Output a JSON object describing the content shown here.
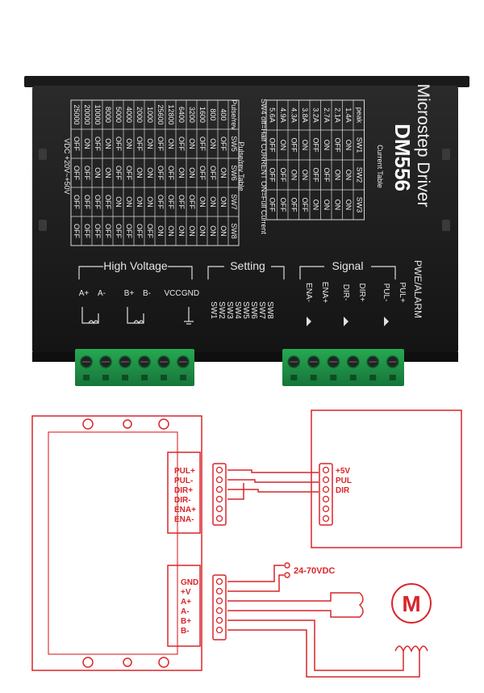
{
  "product": {
    "title": "Microstep Driver",
    "model": "DM556",
    "current_table": {
      "header": "Current Table",
      "cols": [
        "peak",
        "SW1",
        "SW2",
        "SW3"
      ],
      "rows": [
        [
          "1.4A",
          "ON",
          "ON",
          "ON"
        ],
        [
          "2.1A",
          "OFF",
          "ON",
          "ON"
        ],
        [
          "2.7A",
          "ON",
          "OFF",
          "ON"
        ],
        [
          "3.2A",
          "OFF",
          "OFF",
          "ON"
        ],
        [
          "3.8A",
          "ON",
          "ON",
          "OFF"
        ],
        [
          "4.3A",
          "OFF",
          "ON",
          "OFF"
        ],
        [
          "4.9A",
          "ON",
          "OFF",
          "OFF"
        ],
        [
          "5.6A",
          "OFF",
          "OFF",
          "OFF"
        ]
      ],
      "note": "SW4 off=Half CURRENT ON=Full Current"
    },
    "pulse_table": {
      "header": "Pulse/rev Table",
      "cols": [
        "Pulse/rev",
        "SW5",
        "SW6",
        "SW7",
        "SW8"
      ],
      "rows": [
        [
          "400",
          "OFF",
          "ON",
          "ON",
          "ON"
        ],
        [
          "800",
          "ON",
          "OFF",
          "ON",
          "ON"
        ],
        [
          "1600",
          "OFF",
          "OFF",
          "ON",
          "ON"
        ],
        [
          "3200",
          "ON",
          "ON",
          "OFF",
          "ON"
        ],
        [
          "6400",
          "OFF",
          "ON",
          "OFF",
          "ON"
        ],
        [
          "12800",
          "ON",
          "OFF",
          "OFF",
          "ON"
        ],
        [
          "25600",
          "OFF",
          "OFF",
          "OFF",
          "ON"
        ],
        [
          "1000",
          "ON",
          "ON",
          "ON",
          "OFF"
        ],
        [
          "2000",
          "OFF",
          "ON",
          "ON",
          "OFF"
        ],
        [
          "4000",
          "ON",
          "OFF",
          "ON",
          "OFF"
        ],
        [
          "5000",
          "OFF",
          "OFF",
          "ON",
          "OFF"
        ],
        [
          "8000",
          "ON",
          "ON",
          "OFF",
          "OFF"
        ],
        [
          "10000",
          "OFF",
          "ON",
          "OFF",
          "OFF"
        ],
        [
          "20000",
          "ON",
          "OFF",
          "OFF",
          "OFF"
        ],
        [
          "25000",
          "OFF",
          "OFF",
          "OFF",
          "OFF"
        ]
      ],
      "note": "VDC +20V~+50V"
    },
    "groups": {
      "high_voltage": "High Voltage",
      "setting": "Setting",
      "signal": "Signal",
      "alarm": "PWE/ALARM"
    },
    "hv_terminals": [
      "A+",
      "A-",
      "B+",
      "B-",
      "VCC",
      "GND"
    ],
    "switches": [
      "SW1",
      "SW2",
      "SW3",
      "SW4",
      "SW5",
      "SW6",
      "SW7",
      "SW8"
    ],
    "signal_terminals": [
      "ENA-",
      "ENA+",
      "DIR-",
      "DIR+",
      "PUL-",
      "PUL+"
    ]
  },
  "diagram": {
    "signal_labels": [
      "PUL+",
      "PUL-",
      "DIR+",
      "DIR-",
      "ENA+",
      "ENA-"
    ],
    "controller_labels": [
      "+5V",
      "PUL",
      "DIR"
    ],
    "power_labels": [
      "GND",
      "+V",
      "A+",
      "A-",
      "B+",
      "B-"
    ],
    "supply_label": "24-70VDC",
    "motor_label": "M",
    "colors": {
      "line": "#d9252a",
      "body": "#1b1b1b",
      "terminal": "#1f9b46"
    }
  }
}
